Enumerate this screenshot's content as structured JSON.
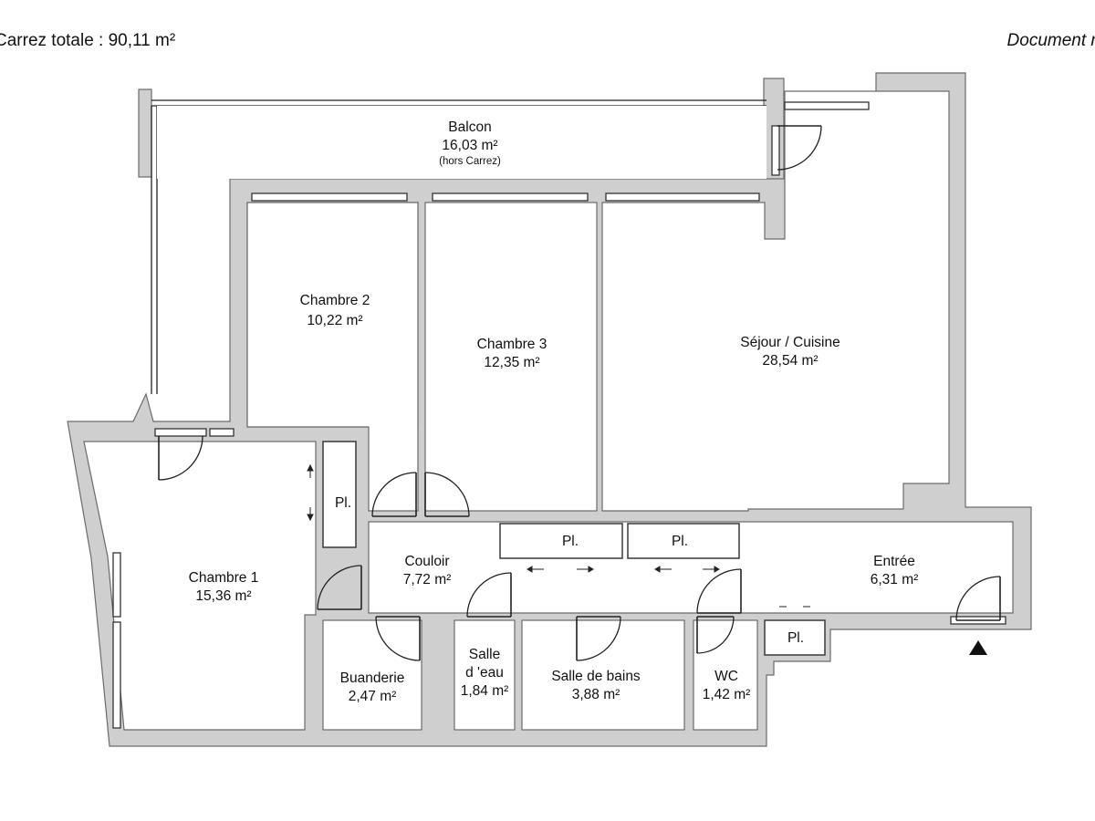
{
  "header": {
    "carrez_total": "Carrez totale :  90,11 m²",
    "document_note": "Document n"
  },
  "rooms": {
    "balcon": {
      "name": "Balcon",
      "area": "16,03 m²",
      "note": "(hors Carrez)"
    },
    "chambre2": {
      "name": "Chambre 2",
      "area": "10,22 m²"
    },
    "chambre3": {
      "name": "Chambre 3",
      "area": "12,35 m²"
    },
    "sejour": {
      "name": "Séjour / Cuisine",
      "area": "28,54 m²"
    },
    "chambre1": {
      "name": "Chambre 1",
      "area": "15,36 m²"
    },
    "couloir": {
      "name": "Couloir",
      "area": "7,72 m²"
    },
    "entree": {
      "name": "Entrée",
      "area": "6,31 m²"
    },
    "buanderie": {
      "name": "Buanderie",
      "area": "2,47 m²"
    },
    "salle_eau": {
      "name_line1": "Salle",
      "name_line2": "d 'eau",
      "area": "1,84 m²"
    },
    "salle_bains": {
      "name": "Salle de bains",
      "area": "3,88 m²"
    },
    "wc": {
      "name": "WC",
      "area": "1,42 m²"
    }
  },
  "closets": {
    "pl_chambre1": "Pl.",
    "pl_couloir_1": "Pl.",
    "pl_couloir_2": "Pl.",
    "pl_entree": "Pl."
  },
  "symbols": {
    "entrance_marker": "entrance-triangle-icon"
  }
}
